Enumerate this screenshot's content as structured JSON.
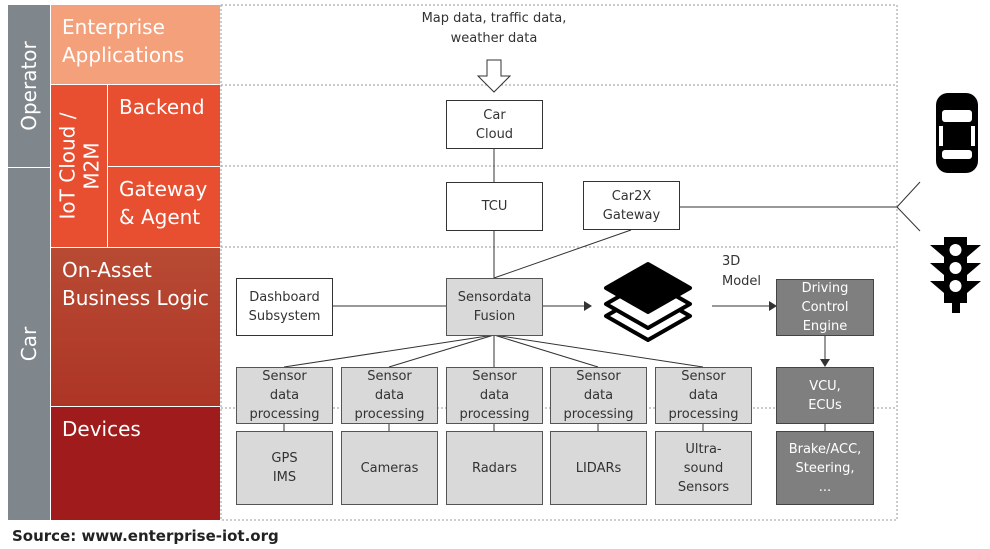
{
  "side": {
    "operator": "Operator",
    "car": "Car"
  },
  "layers": {
    "enterprise": "Enterprise\nApplications",
    "iot": "IoT Cloud /\nM2M",
    "backend": "Backend",
    "gateway": "Gateway\n& Agent",
    "onasset": "On-Asset\nBusiness Logic",
    "devices": "Devices"
  },
  "colors": {
    "gray": "#7f868c",
    "enterprise": "#f4a07a",
    "iot": "#e84e30",
    "onasset": "#b84a33",
    "devices": "#a01c1c"
  },
  "top_text": "Map data, traffic data,\nweather data",
  "boxes": {
    "car_cloud": "Car\nCloud",
    "tcu": "TCU",
    "car2x": "Car2X\nGateway",
    "dashboard": "Dashboard\nSubsystem",
    "fusion": "Sensordata\nFusion",
    "model": "3D\nModel",
    "driving": "Driving\nControl\nEngine",
    "vcu": "VCU,\nECUs",
    "brake": "Brake/ACC,\nSteering,\n..."
  },
  "sensor_processing": [
    "Sensor\ndata\nprocessing",
    "Sensor\ndata\nprocessing",
    "Sensor\ndata\nprocessing",
    "Sensor\ndata\nprocessing",
    "Sensor\ndata\nprocessing"
  ],
  "devices": [
    "GPS\nIMS",
    "Cameras",
    "Radars",
    "LIDARs",
    "Ultra-\nsound\nSensors"
  ],
  "icons": [
    "layers-icon",
    "car-icon",
    "traffic-light-icon",
    "hollow-arrow-down-icon"
  ],
  "source": "Source: www.enterprise-iot.org"
}
